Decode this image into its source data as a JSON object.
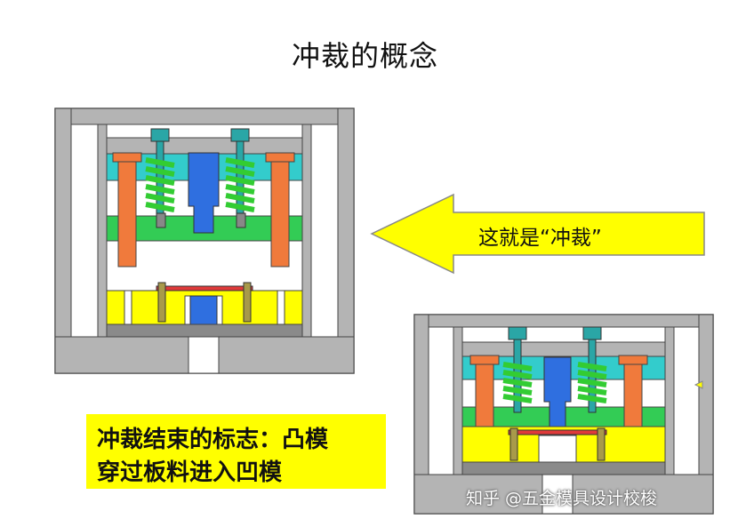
{
  "title": "冲裁的概念",
  "arrow_label": "这就是“冲裁”",
  "note": {
    "line1": "冲裁结束的标志：凸模",
    "line2": "穿过板料进入凹模"
  },
  "watermark": "知乎 @五金模具设计校梭",
  "colors": {
    "gray": "#b4b4b4",
    "dark_gray": "#8a8a8a",
    "teal": "#2aa6a6",
    "cyan": "#33cccc",
    "orange": "#f07a3c",
    "green": "#33cc55",
    "blue": "#2f6fe0",
    "yellow": "#ffff00",
    "red": "#e03a3a",
    "olive": "#a89a4a"
  }
}
